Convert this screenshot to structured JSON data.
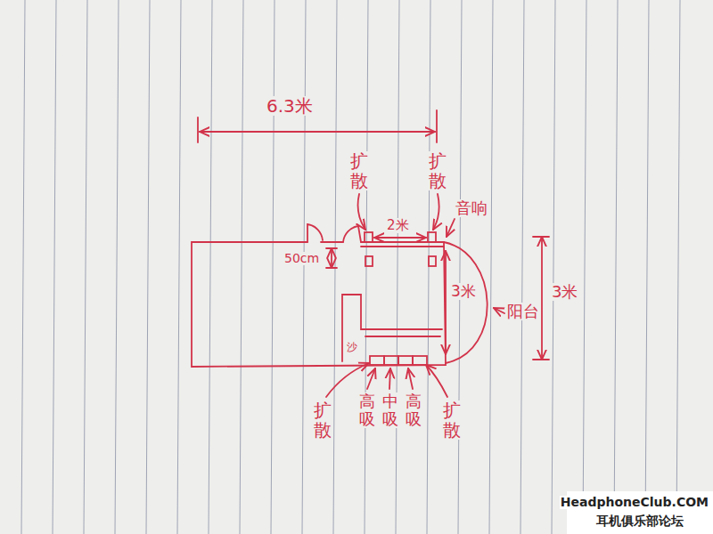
{
  "diagram": {
    "labels": [
      "6.3米",
      "扩散",
      "扩散",
      "2米",
      "音响",
      "50cm",
      "3米",
      "阳台",
      "3米",
      "沙",
      "扩散",
      "高吸",
      "中吸",
      "高吸",
      "扩散",
      "HeadphoneClub.COM",
      "耳机俱乐部论坛"
    ]
  }
}
